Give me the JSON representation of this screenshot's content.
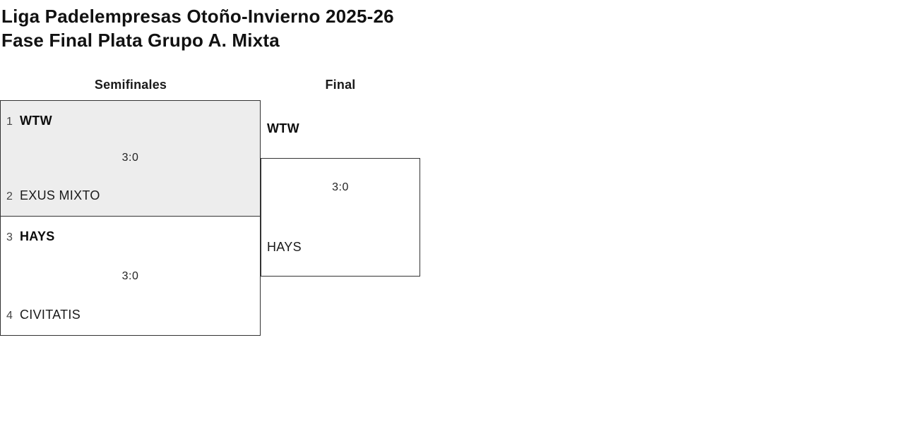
{
  "page": {
    "title_line1": "Liga Padelempresas Otoño-Invierno 2025-26",
    "title_line2": "Fase Final Plata Grupo A. Mixta"
  },
  "rounds": {
    "semifinals_label": "Semifinales",
    "final_label": "Final"
  },
  "semifinals": [
    {
      "team1": {
        "seed": "1",
        "name": "WTW",
        "winner": true
      },
      "team2": {
        "seed": "2",
        "name": "EXUS MIXTO",
        "winner": false
      },
      "score": "3:0"
    },
    {
      "team1": {
        "seed": "3",
        "name": "HAYS",
        "winner": true
      },
      "team2": {
        "seed": "4",
        "name": "CIVITATIS",
        "winner": false
      },
      "score": "3:0"
    }
  ],
  "final": {
    "team1": {
      "name": "WTW",
      "winner": true
    },
    "team2": {
      "name": "HAYS",
      "winner": false
    },
    "score": "3:0"
  },
  "colors": {
    "box_border": "#333333",
    "shaded_box_background": "#ededed",
    "title_text": "#111111",
    "seed_text": "#444444"
  }
}
